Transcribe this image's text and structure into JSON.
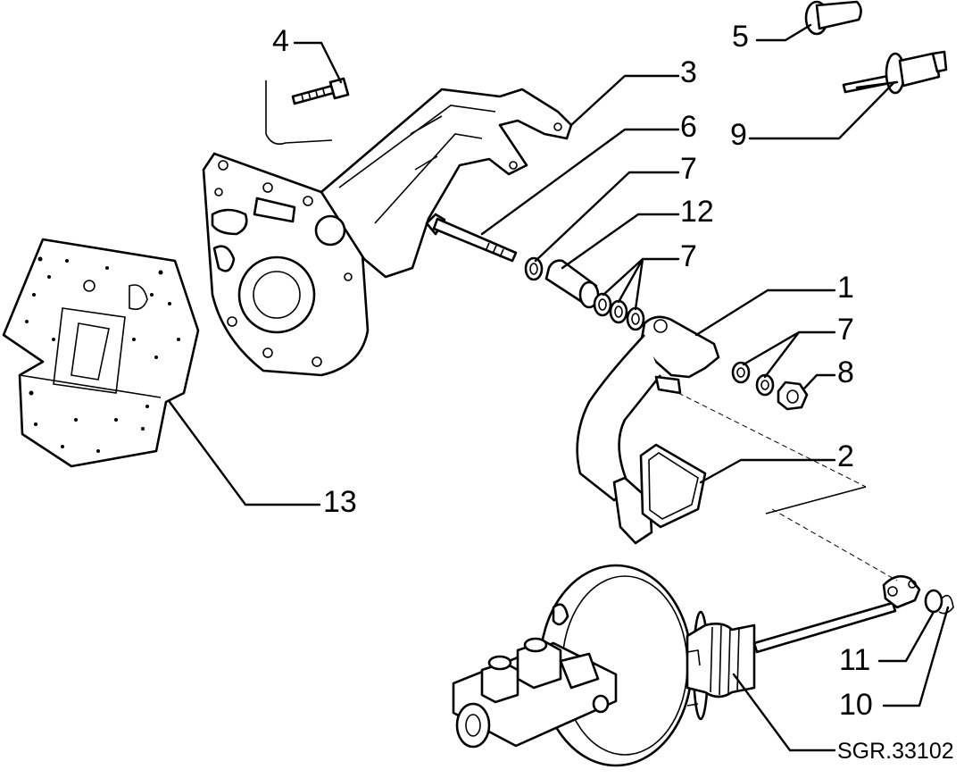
{
  "callouts": [
    {
      "id": "1",
      "label": "1"
    },
    {
      "id": "2",
      "label": "2"
    },
    {
      "id": "3",
      "label": "3"
    },
    {
      "id": "4",
      "label": "4"
    },
    {
      "id": "5",
      "label": "5"
    },
    {
      "id": "6",
      "label": "6"
    },
    {
      "id": "7a",
      "label": "7"
    },
    {
      "id": "7b",
      "label": "7"
    },
    {
      "id": "7c",
      "label": "7"
    },
    {
      "id": "8",
      "label": "8"
    },
    {
      "id": "9",
      "label": "9"
    },
    {
      "id": "10",
      "label": "10"
    },
    {
      "id": "11",
      "label": "11"
    },
    {
      "id": "12",
      "label": "12"
    },
    {
      "id": "13",
      "label": "13"
    }
  ],
  "reference_code": "SGR.33102"
}
